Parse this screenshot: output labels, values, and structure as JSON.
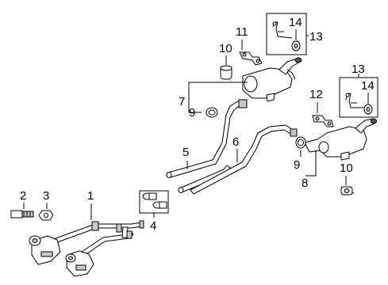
{
  "callouts": {
    "c1": "1",
    "c2": "2",
    "c3": "3",
    "c4": "4",
    "c5": "5",
    "c6": "6",
    "c7": "7",
    "c8": "8",
    "c9a": "9",
    "c9b": "9",
    "c10a": "10",
    "c10b": "10",
    "c11": "11",
    "c12": "12",
    "c13a": "13",
    "c13b": "13",
    "c14a": "14",
    "c14b": "14"
  }
}
